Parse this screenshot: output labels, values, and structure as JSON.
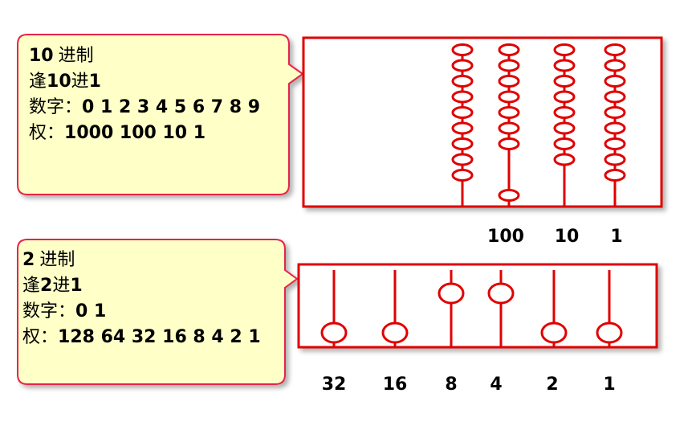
{
  "decimal": {
    "heading_num": "10",
    "heading_text": "进制",
    "rule_pre": "逢",
    "rule_num": "10",
    "rule_mid": "进",
    "rule_end": "1",
    "digits_label": "数字：",
    "digits_values": "0 1 2 3 4 5 6 7 8 9",
    "weights_label": "权：",
    "weights_values": "1000 100 10 1",
    "place_labels": [
      "100",
      "10",
      "1"
    ],
    "bead_counts": [
      9,
      7,
      8,
      9
    ]
  },
  "binary": {
    "heading_num": "2",
    "heading_text": "进制",
    "rule_pre": "逢",
    "rule_num": "2",
    "rule_mid": "进",
    "rule_end": "1",
    "digits_label": "数字：",
    "digits_values": "0 1",
    "weights_label": "权：",
    "weights_values": "128 64 32 16 8 4 2 1",
    "place_labels": [
      "32",
      "16",
      "8",
      "4",
      "2",
      "1"
    ],
    "bead_up": [
      false,
      false,
      true,
      true,
      false,
      false
    ]
  },
  "colors": {
    "callout_fill": "#ffffc8",
    "callout_stroke": "#e8214a",
    "abacus_stroke": "#e00000",
    "bead_stroke": "#e00000",
    "bead_fill": "#ffffff"
  }
}
